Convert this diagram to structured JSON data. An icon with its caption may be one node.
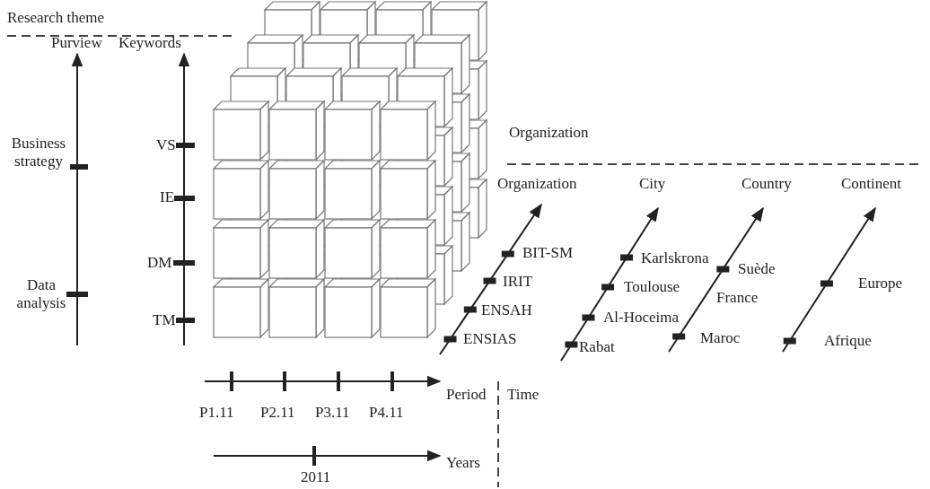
{
  "diagram": {
    "labels": [
      "Research theme",
      "Purview",
      "Keywords",
      "Organization",
      "VS",
      "Business strategy",
      "Organization",
      "City",
      "Country",
      "Continent",
      "IE",
      "DM",
      "BIT-SM",
      "Karlskrona",
      "Suède",
      "IRIT",
      "Toulouse",
      "Europe",
      "Data analysis",
      "France",
      "TM",
      "ENSAH",
      "Al-Hoceima",
      "ENSIAS",
      "Rabat",
      "Maroc",
      "Afrique",
      "Period",
      "Time",
      "P1.11",
      "P2.11",
      "P3.11",
      "P4.11",
      "2011",
      "Years"
    ]
  }
}
